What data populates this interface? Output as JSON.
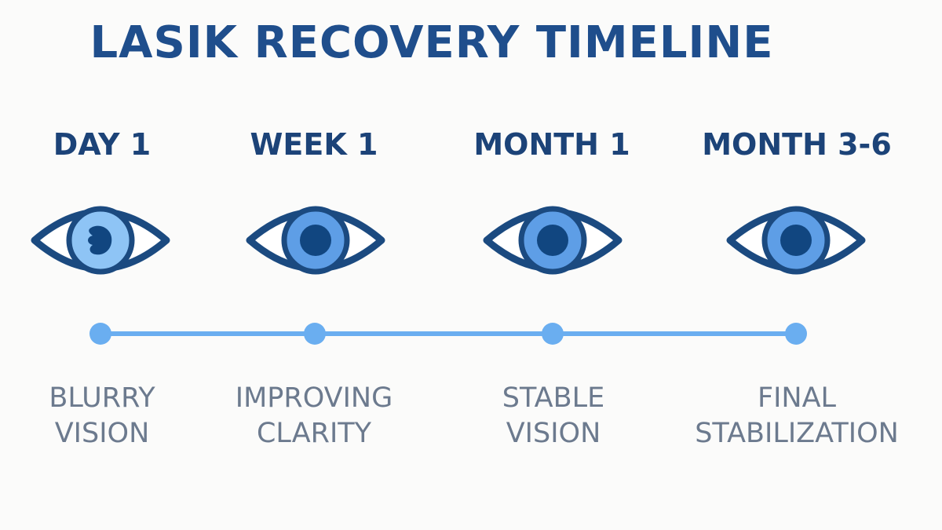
{
  "title": "LASIK RECOVERY TIMELINE",
  "colors": {
    "title": "#1f4e8c",
    "stage_label": "#1c4378",
    "eye_outline": "#1b4a80",
    "iris_first": "#8ec4f5",
    "iris": "#5e9ee6",
    "pupil": "#114680",
    "timeline": "#6aaef0",
    "description": "#6c7a8e"
  },
  "stages": [
    {
      "label": "DAY 1",
      "icon": "blurry-eye-icon",
      "desc_line1": "BLURRY",
      "desc_line2": "VISION"
    },
    {
      "label": "WEEK 1",
      "icon": "eye-icon",
      "desc_line1": "IMPROVING",
      "desc_line2": "CLARITY"
    },
    {
      "label": "MONTH 1",
      "icon": "eye-icon",
      "desc_line1": "STABLE",
      "desc_line2": "VISION"
    },
    {
      "label": "MONTH 3-6",
      "icon": "eye-icon",
      "desc_line1": "FINAL",
      "desc_line2": "STABILIZATION"
    }
  ]
}
